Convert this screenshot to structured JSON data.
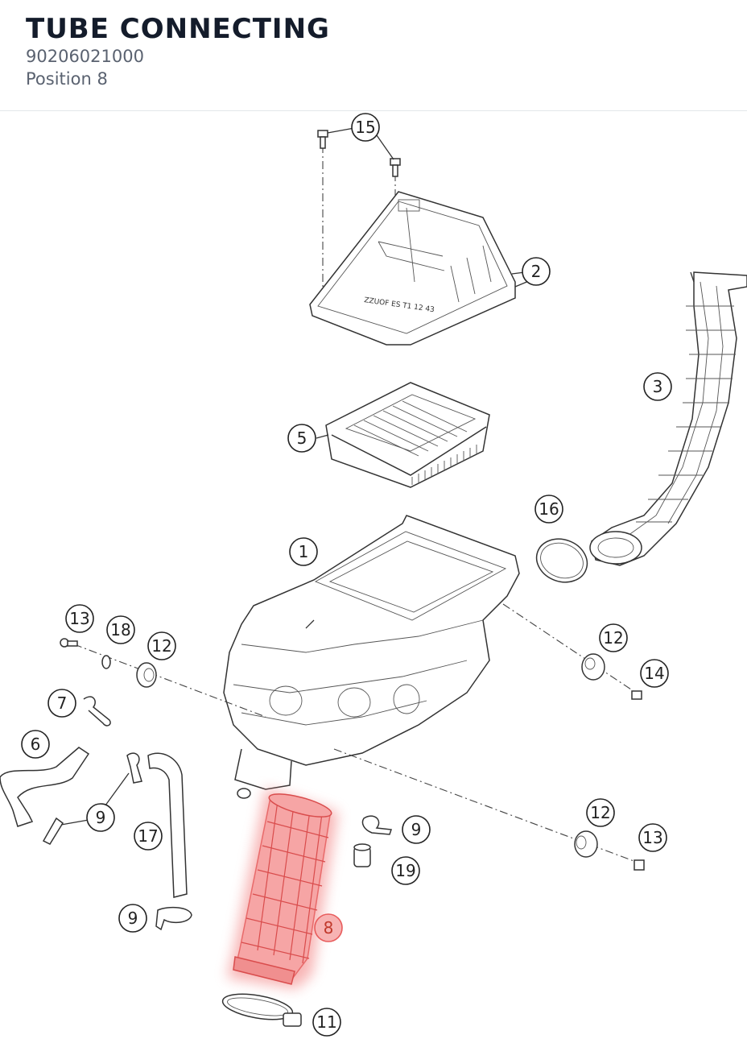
{
  "header": {
    "title": "TUBE CONNECTING",
    "part_number": "90206021000",
    "position": "Position 8"
  },
  "colors": {
    "highlight": "#e85c5c",
    "highlight_glow": "#f27a7a"
  },
  "selected_position": "8",
  "callouts": [
    {
      "id": "c15",
      "label": "15"
    },
    {
      "id": "c2",
      "label": "2"
    },
    {
      "id": "c3",
      "label": "3"
    },
    {
      "id": "c5",
      "label": "5"
    },
    {
      "id": "c16",
      "label": "16"
    },
    {
      "id": "c1",
      "label": "1"
    },
    {
      "id": "c13a",
      "label": "13"
    },
    {
      "id": "c18",
      "label": "18"
    },
    {
      "id": "c12a",
      "label": "12"
    },
    {
      "id": "c12b",
      "label": "12"
    },
    {
      "id": "c14",
      "label": "14"
    },
    {
      "id": "c7",
      "label": "7"
    },
    {
      "id": "c6",
      "label": "6"
    },
    {
      "id": "c9a",
      "label": "9"
    },
    {
      "id": "c17",
      "label": "17"
    },
    {
      "id": "c9b",
      "label": "9"
    },
    {
      "id": "c19",
      "label": "19"
    },
    {
      "id": "c12c",
      "label": "12"
    },
    {
      "id": "c13b",
      "label": "13"
    },
    {
      "id": "c9c",
      "label": "9"
    },
    {
      "id": "c8",
      "label": "8"
    },
    {
      "id": "c11",
      "label": "11"
    }
  ]
}
